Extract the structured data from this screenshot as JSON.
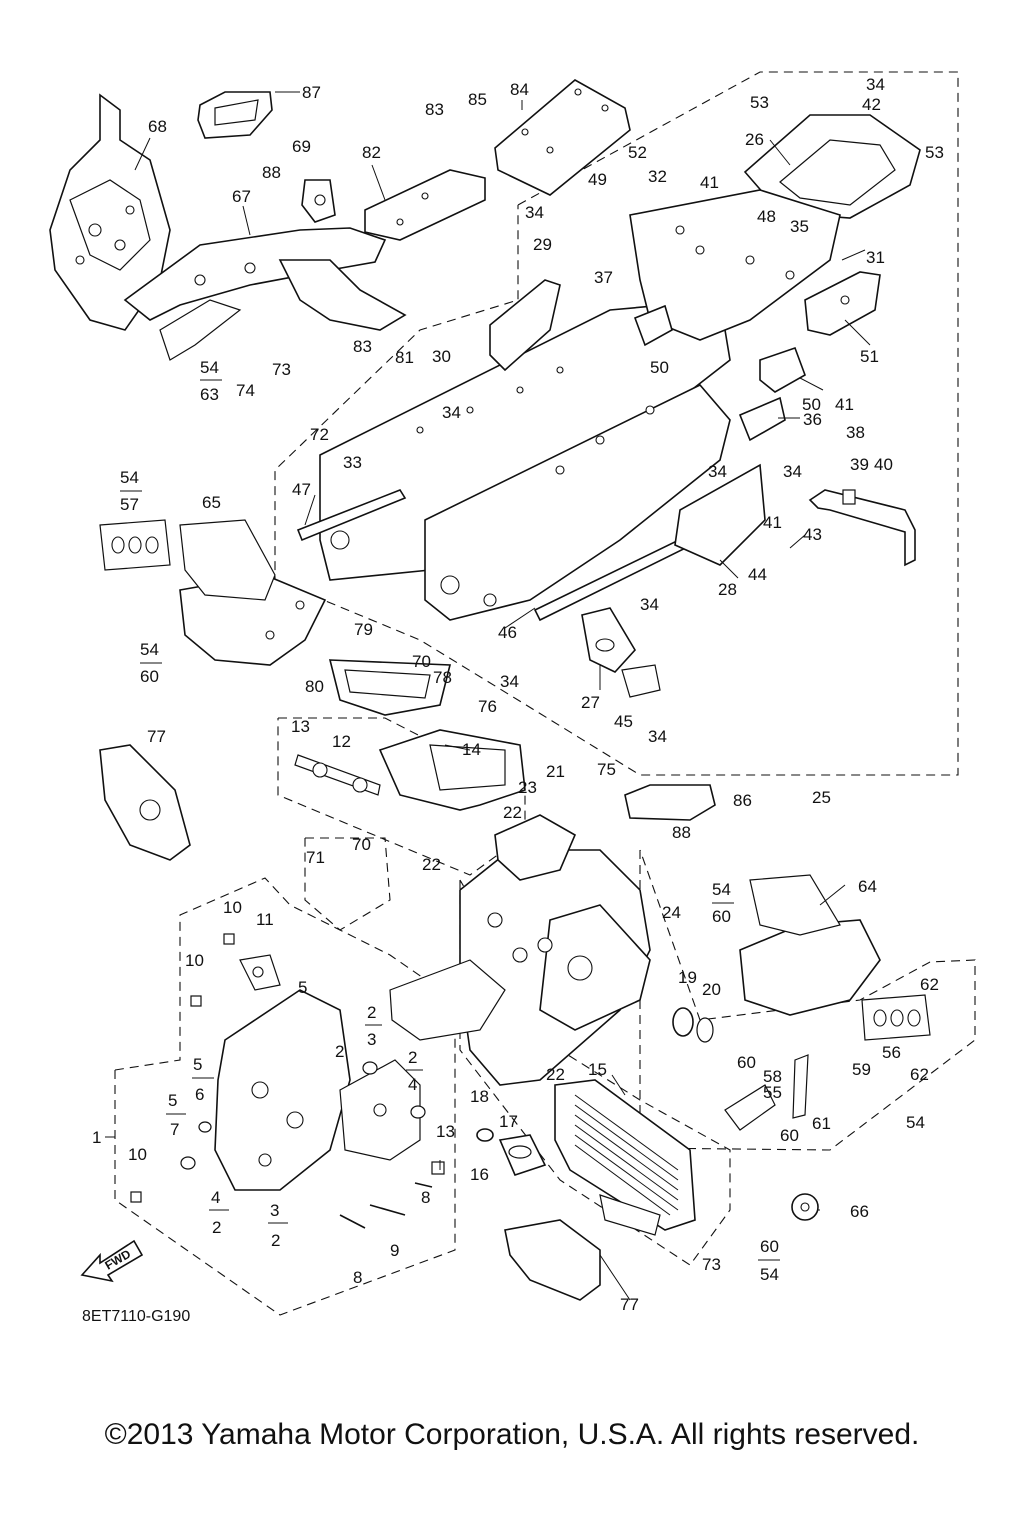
{
  "diagram": {
    "drawing_code": "8ET7110-G190",
    "copyright": "©2013 Yamaha Motor Corporation, U.S.A. All rights reserved.",
    "fwd_label": "FWD",
    "callouts": [
      "1",
      "2",
      "3",
      "4",
      "5",
      "6",
      "7",
      "8",
      "9",
      "10",
      "11",
      "12",
      "13",
      "14",
      "15",
      "16",
      "17",
      "18",
      "19",
      "20",
      "21",
      "22",
      "23",
      "24",
      "25",
      "26",
      "27",
      "28",
      "29",
      "30",
      "31",
      "32",
      "33",
      "34",
      "35",
      "36",
      "37",
      "38",
      "39",
      "40",
      "41",
      "42",
      "43",
      "44",
      "45",
      "46",
      "47",
      "48",
      "49",
      "50",
      "51",
      "52",
      "53",
      "54",
      "55",
      "56",
      "57",
      "58",
      "59",
      "60",
      "61",
      "62",
      "63",
      "64",
      "65",
      "66",
      "67",
      "68",
      "69",
      "70",
      "71",
      "72",
      "73",
      "74",
      "75",
      "76",
      "77",
      "78",
      "79",
      "80",
      "81",
      "82",
      "83",
      "84",
      "85",
      "86",
      "87",
      "88"
    ]
  }
}
